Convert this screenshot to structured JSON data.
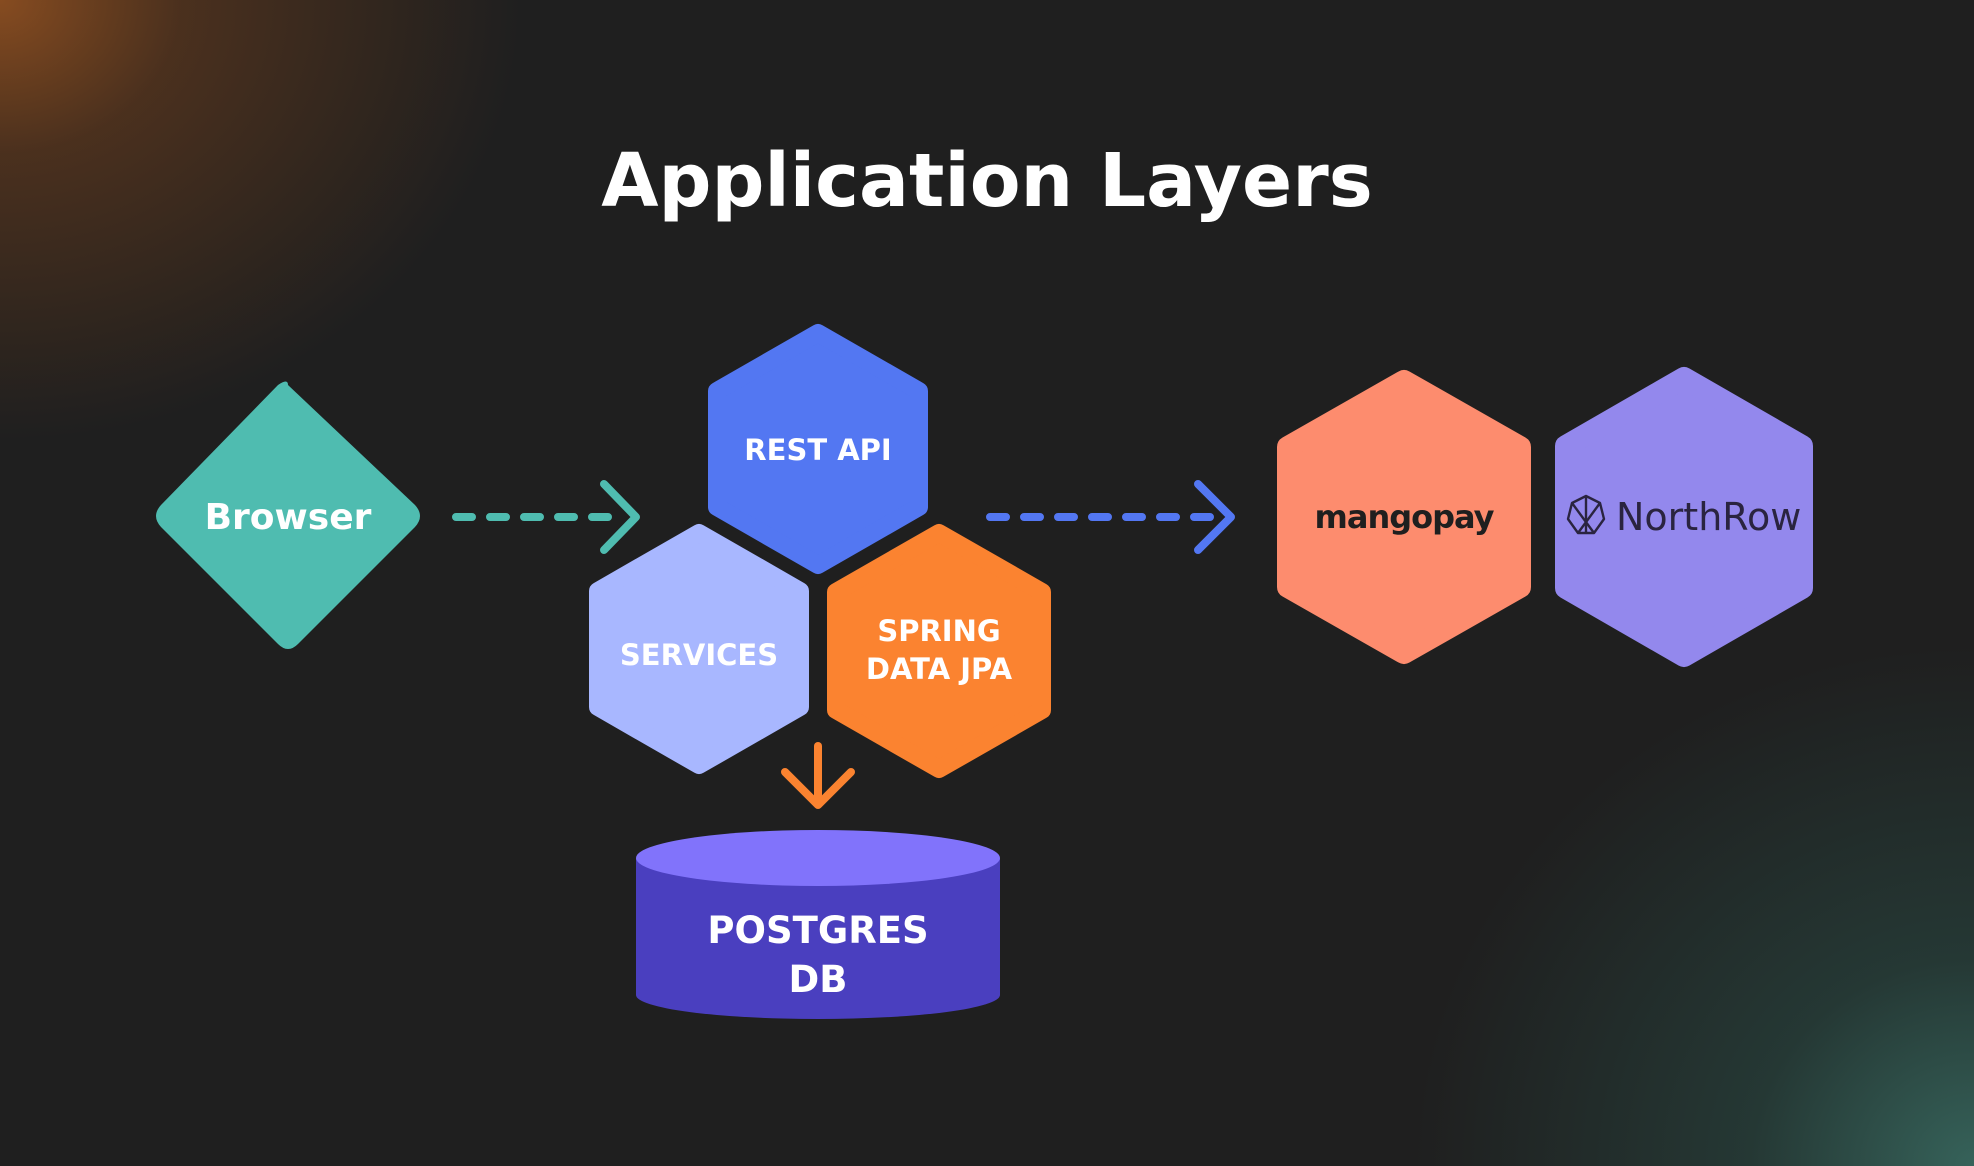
{
  "title": "Application Layers",
  "nodes": {
    "browser": {
      "label": "Browser",
      "color": "#4fbcb0"
    },
    "rest_api": {
      "label": "REST API",
      "color": "#5377f2"
    },
    "services": {
      "label": "SERVICES",
      "color": "#a8b7ff"
    },
    "spring_data_jpa": {
      "line1": "SPRING",
      "line2": "DATA JPA",
      "color": "#fb8330"
    },
    "postgres": {
      "line1": "POSTGRES",
      "line2": "DB",
      "top_color": "#8173fb",
      "body_color": "#4a3fbf"
    },
    "mangopay": {
      "label": "mangopay",
      "color": "#fd8c6e"
    },
    "northrow": {
      "label": "NorthRow",
      "color": "#9388ed"
    }
  },
  "arrows": {
    "browser_to_api": {
      "color": "#4fbcb0"
    },
    "api_to_external": {
      "color": "#5377f2"
    },
    "jpa_to_db": {
      "color": "#fb8330"
    }
  }
}
